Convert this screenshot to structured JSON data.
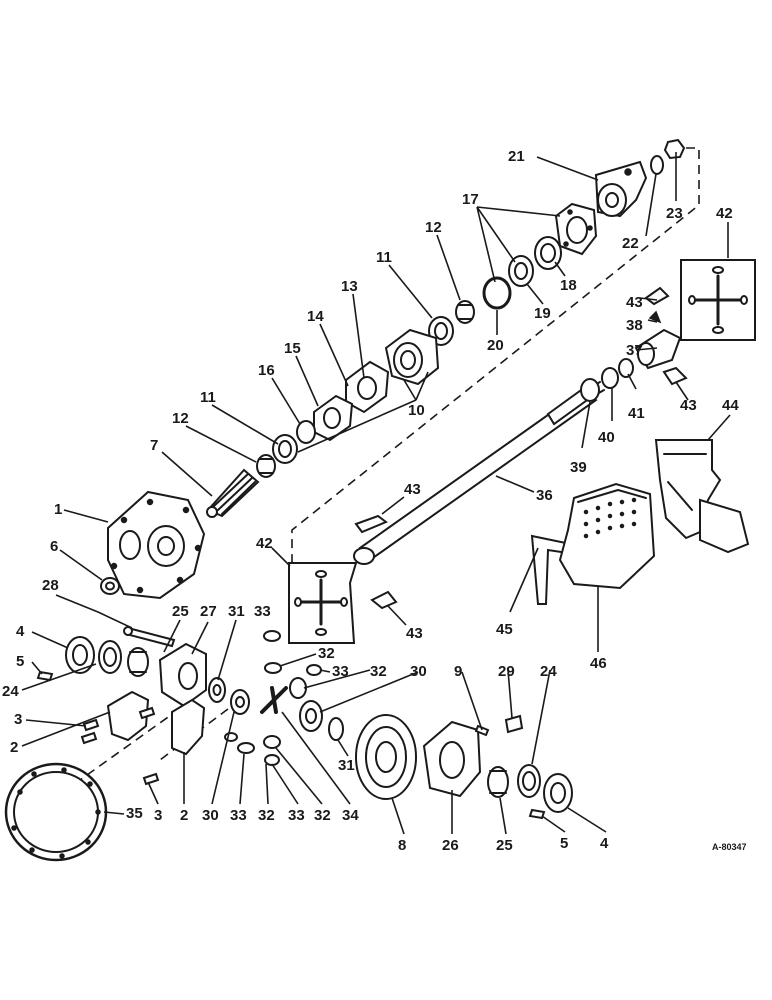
{
  "drawing_ref": "A-80347",
  "callouts": [
    {
      "key": "c21",
      "text": "21"
    },
    {
      "key": "c23",
      "text": "23"
    },
    {
      "key": "c22",
      "text": "22"
    },
    {
      "key": "c17",
      "text": "17"
    },
    {
      "key": "c18",
      "text": "18"
    },
    {
      "key": "c19",
      "text": "19"
    },
    {
      "key": "c20",
      "text": "20"
    },
    {
      "key": "c12a",
      "text": "12"
    },
    {
      "key": "c11a",
      "text": "11"
    },
    {
      "key": "c13",
      "text": "13"
    },
    {
      "key": "c14",
      "text": "14"
    },
    {
      "key": "c15",
      "text": "15"
    },
    {
      "key": "c16",
      "text": "16"
    },
    {
      "key": "c10",
      "text": "10"
    },
    {
      "key": "c11b",
      "text": "11"
    },
    {
      "key": "c12b",
      "text": "12"
    },
    {
      "key": "c7",
      "text": "7"
    },
    {
      "key": "c42a",
      "text": "42"
    },
    {
      "key": "c43a",
      "text": "43"
    },
    {
      "key": "c38",
      "text": "38"
    },
    {
      "key": "c37",
      "text": "37"
    },
    {
      "key": "c43b",
      "text": "43"
    },
    {
      "key": "c41",
      "text": "41"
    },
    {
      "key": "c40",
      "text": "40"
    },
    {
      "key": "c39",
      "text": "39"
    },
    {
      "key": "c44",
      "text": "44"
    },
    {
      "key": "c36",
      "text": "36"
    },
    {
      "key": "c43c",
      "text": "43"
    },
    {
      "key": "c1",
      "text": "1"
    },
    {
      "key": "c6",
      "text": "6"
    },
    {
      "key": "c42b",
      "text": "42"
    },
    {
      "key": "c43d",
      "text": "43"
    },
    {
      "key": "c45",
      "text": "45"
    },
    {
      "key": "c46",
      "text": "46"
    },
    {
      "key": "c28",
      "text": "28"
    },
    {
      "key": "c25a",
      "text": "25"
    },
    {
      "key": "c27",
      "text": "27"
    },
    {
      "key": "c31a",
      "text": "31"
    },
    {
      "key": "c33a",
      "text": "33"
    },
    {
      "key": "c4a",
      "text": "4"
    },
    {
      "key": "c32a",
      "text": "32"
    },
    {
      "key": "c33b",
      "text": "33"
    },
    {
      "key": "c32b",
      "text": "32"
    },
    {
      "key": "c30a",
      "text": "30"
    },
    {
      "key": "c9",
      "text": "9"
    },
    {
      "key": "c29",
      "text": "29"
    },
    {
      "key": "c24a",
      "text": "24"
    },
    {
      "key": "c5a",
      "text": "5"
    },
    {
      "key": "c24b",
      "text": "24"
    },
    {
      "key": "c3a",
      "text": "3"
    },
    {
      "key": "c2a",
      "text": "2"
    },
    {
      "key": "c31b",
      "text": "31"
    },
    {
      "key": "c35",
      "text": "35"
    },
    {
      "key": "c3b",
      "text": "3"
    },
    {
      "key": "c2b",
      "text": "2"
    },
    {
      "key": "c30b",
      "text": "30"
    },
    {
      "key": "c33c",
      "text": "33"
    },
    {
      "key": "c32c",
      "text": "32"
    },
    {
      "key": "c33d",
      "text": "33"
    },
    {
      "key": "c32d",
      "text": "32"
    },
    {
      "key": "c34",
      "text": "34"
    },
    {
      "key": "c8",
      "text": "8"
    },
    {
      "key": "c26",
      "text": "26"
    },
    {
      "key": "c25b",
      "text": "25"
    },
    {
      "key": "c5b",
      "text": "5"
    },
    {
      "key": "c4b",
      "text": "4"
    }
  ]
}
